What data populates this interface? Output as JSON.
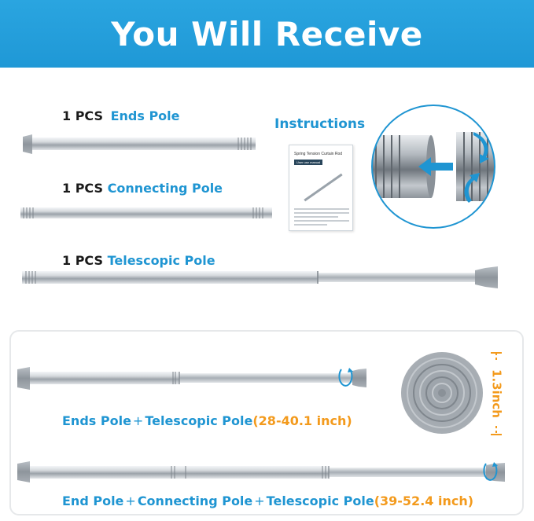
{
  "banner": {
    "title": "You Will Receive"
  },
  "items": [
    {
      "qty": "1 PCS",
      "name": "Ends Pole"
    },
    {
      "qty": "1 PCS",
      "name": "Connecting Pole"
    },
    {
      "qty": "1 PCS",
      "name": "Telescopic Pole"
    }
  ],
  "instructions": {
    "title": "Instructions",
    "manual_title": "Spring Tension Curtain Rod",
    "manual_subtitle": "User use manual"
  },
  "combos": [
    {
      "parts": [
        "Ends Pole",
        "Telescopic Pole"
      ],
      "range": "(28-40.1 inch)"
    },
    {
      "parts": [
        "End Pole",
        "Connecting Pole",
        "Telescopic Pole"
      ],
      "range": "(39-52.4 inch)"
    }
  ],
  "plus_sign": "+",
  "end_cap": {
    "diameter": "1.3inch"
  },
  "colors": {
    "brand_blue": "#1f95d2",
    "accent_orange": "#f39a1c",
    "cap_gray": "#9aa1a8",
    "steel": "#c9ced3"
  }
}
